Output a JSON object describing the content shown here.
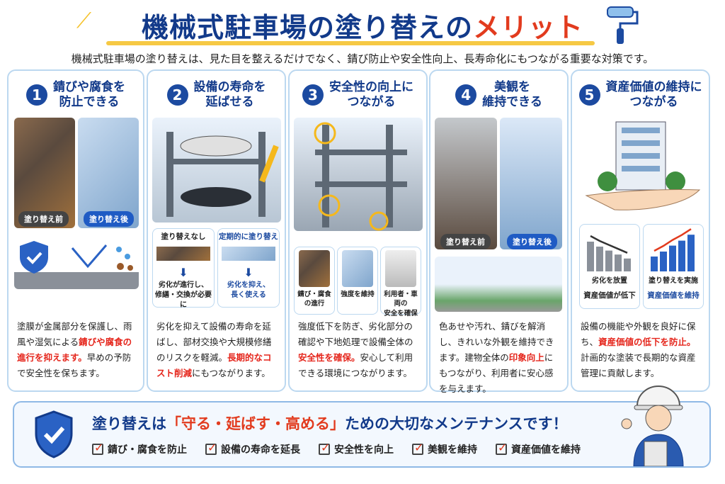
{
  "header": {
    "title_main": "機械式駐車場の塗り替えの",
    "title_accent": "メリット",
    "subtitle": "機械式駐車場の塗り替えは、見た目を整えるだけでなく、錆び防止や安全性向上、長寿命化にもつながる重要な対策です。"
  },
  "cards": [
    {
      "num": "1",
      "title": "錆びや腐食を\n防止できる",
      "tags": [
        "塗り替え前",
        "塗り替え後"
      ],
      "desc": [
        {
          "t": "塗膜が金属部分を保護し、雨風や湿気による"
        },
        {
          "t": "錆びや腐食の進行を抑えます。",
          "red": true
        },
        {
          "t": "早めの予防で安全性を保ちます。"
        }
      ]
    },
    {
      "num": "2",
      "title": "設備の寿命を\n延ばせる",
      "compare": [
        {
          "head": "塗り替えなし",
          "result": "劣化が進行し、\n修繕・交換が必要に"
        },
        {
          "head": "定期的に塗り替え",
          "result": "劣化を抑え、\n長く使える"
        }
      ],
      "desc": [
        {
          "t": "劣化を抑えて設備の寿命を延ばし、部材交換や大規模修繕のリスクを軽減。"
        },
        {
          "t": "長期的なコスト削減",
          "red": true
        },
        {
          "t": "にもつながります。"
        }
      ]
    },
    {
      "num": "3",
      "title": "安全性の向上に\nつながる",
      "minis": [
        "錆び・腐食\nの進行",
        "強度を維持",
        "利用者・車両の\n安全を確保"
      ],
      "desc": [
        {
          "t": "強度低下を防ぎ、劣化部分の確認や下地処理で設備全体の"
        },
        {
          "t": "安全性を確保。",
          "red": true
        },
        {
          "t": "安心して利用できる環境につながります。"
        }
      ]
    },
    {
      "num": "4",
      "title": "美観を\n維持できる",
      "tags": [
        "塗り替え前",
        "塗り替え後"
      ],
      "desc": [
        {
          "t": "色あせや汚れ、錆びを解消し、きれいな外観を維持できます。建物全体の"
        },
        {
          "t": "印象向上",
          "red": true
        },
        {
          "t": "にもつながり、利用者に安心感を与えます。"
        }
      ]
    },
    {
      "num": "5",
      "title": "資産価値の維持に\nつながる",
      "charts": [
        {
          "label": "劣化を放置",
          "result": "資産価値が低下",
          "values": [
            60,
            50,
            42,
            34,
            26
          ]
        },
        {
          "label": "塗り替えを実施",
          "result": "資産価値を維持",
          "values": [
            30,
            40,
            52,
            62,
            74
          ]
        }
      ],
      "desc": [
        {
          "t": "設備の機能や外観を良好に保ち、"
        },
        {
          "t": "資産価値の低下を防止。",
          "red": true
        },
        {
          "t": "計画的な塗装で長期的な資産管理に貢献します。"
        }
      ]
    }
  ],
  "banner": {
    "pre": "塗り替えは",
    "accent": "「守る・延ばす・高める」",
    "post": "ための大切なメンテナンスです！",
    "checks": [
      "錆び・腐食を防止",
      "設備の寿命を延長",
      "安全性を向上",
      "美観を維持",
      "資産価値を維持"
    ]
  },
  "colors": {
    "navy": "#123a8a",
    "red": "#e23b1e",
    "yellow": "#f6c944"
  }
}
